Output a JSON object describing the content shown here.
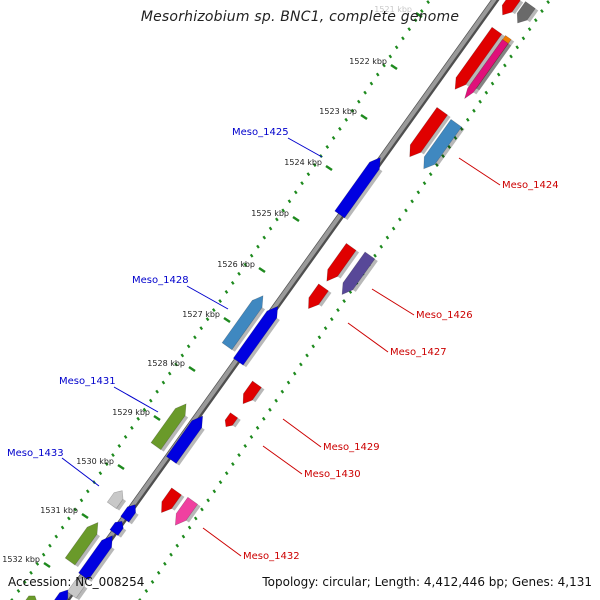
{
  "title": "Mesorhizobium sp. BNC1, complete genome",
  "footer": {
    "accession": "Accession: NC_008254",
    "topology": "Topology: circular; Length: 4,412,446 bp; Genes: 4,131"
  },
  "colors": {
    "backbone": "#8a8a8a",
    "tick": "#1e8a1e",
    "label_plus": "#0000cc",
    "label_minus": "#cc0000"
  },
  "ticks": [
    "1521 kbp",
    "1522 kbp",
    "1523 kbp",
    "1524 kbp",
    "1525 kbp",
    "1526 kbp",
    "1527 kbp",
    "1528 kbp",
    "1529 kbp",
    "1530 kbp",
    "1531 kbp",
    "1532 kbp"
  ],
  "gene_labels": [
    {
      "name": "Meso_1424",
      "strand": "minus"
    },
    {
      "name": "Meso_1425",
      "strand": "plus"
    },
    {
      "name": "Meso_1426",
      "strand": "minus"
    },
    {
      "name": "Meso_1427",
      "strand": "minus"
    },
    {
      "name": "Meso_1428",
      "strand": "plus"
    },
    {
      "name": "Meso_1429",
      "strand": "minus"
    },
    {
      "name": "Meso_1430",
      "strand": "minus"
    },
    {
      "name": "Meso_1431",
      "strand": "plus"
    },
    {
      "name": "Meso_1432",
      "strand": "minus"
    },
    {
      "name": "Meso_1433",
      "strand": "plus"
    }
  ]
}
